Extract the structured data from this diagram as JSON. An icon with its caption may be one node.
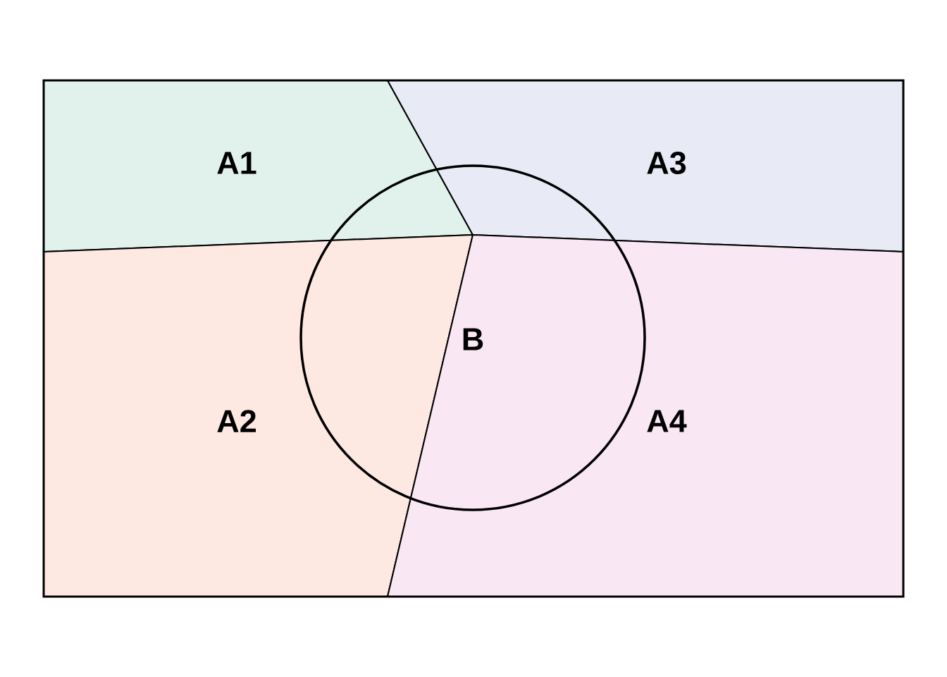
{
  "diagram": {
    "nodes": [
      {
        "text": [
          "A1"
        ]
      },
      {
        "text": [
          "A3"
        ]
      },
      {
        "text": [
          "B"
        ]
      },
      {
        "text": [
          "A2"
        ]
      },
      {
        "text": [
          "A4"
        ]
      }
    ]
  }
}
